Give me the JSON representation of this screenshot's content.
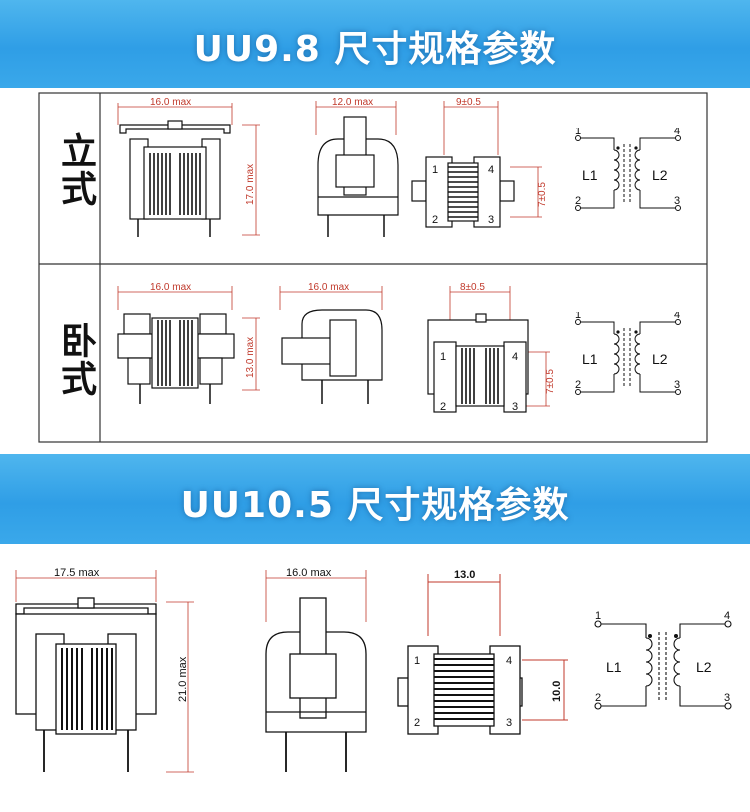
{
  "banner1": {
    "title": "UU9.8 尺寸规格参数"
  },
  "banner2": {
    "title": "UU10.5 尺寸规格参数"
  },
  "uu98": {
    "vertical": {
      "label": "立式",
      "width_dim": "16.0 max",
      "height_dim": "17.0 max",
      "side_dim": "12.0 max",
      "pin_pitch_h": "9±0.5",
      "pin_pitch_v": "7±0.5"
    },
    "horizontal": {
      "label": "卧式",
      "width_dim": "16.0 max",
      "height_dim": "13.0 max",
      "side_dim": "16.0 max",
      "pin_pitch_h": "8±0.5",
      "pin_pitch_v": "7±0.5"
    }
  },
  "uu105": {
    "width_dim": "17.5 max",
    "height_dim": "21.0 max",
    "side_dim": "16.0 max",
    "pin_pitch_h": "13.0",
    "pin_pitch_v": "10.0"
  },
  "schematic": {
    "coil1": "L1",
    "coil2": "L2",
    "pins": [
      "1",
      "2",
      "3",
      "4"
    ]
  },
  "colors": {
    "banner": "#2f9ee6",
    "dimension": "#c0392b"
  }
}
